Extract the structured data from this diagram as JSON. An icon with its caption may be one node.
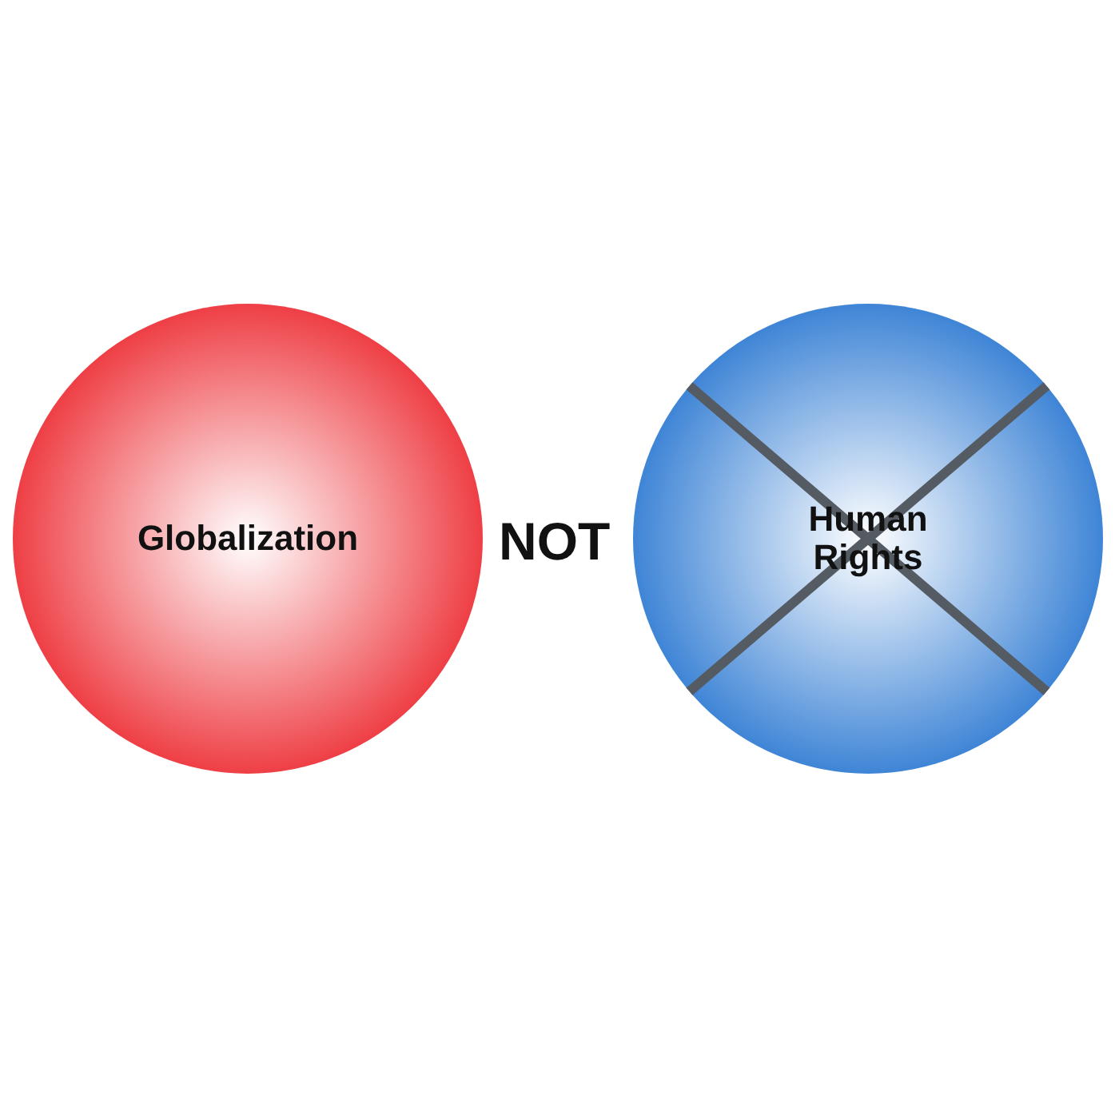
{
  "diagram": {
    "nodes": [
      {
        "text": [
          "Globalization"
        ]
      },
      {
        "text": [
          "Human Rights"
        ]
      }
    ],
    "labels": [
      "NOT"
    ]
  }
}
